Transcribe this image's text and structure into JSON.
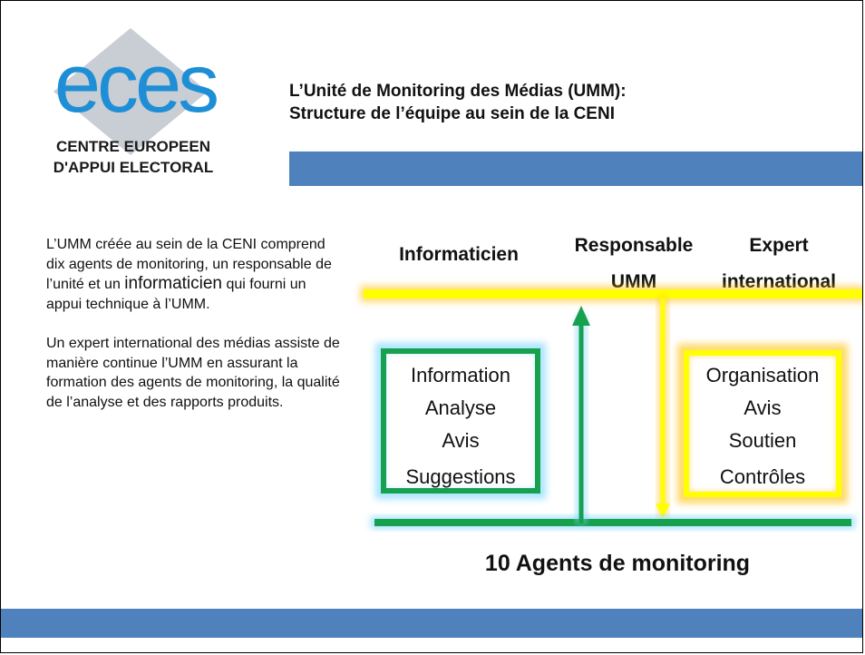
{
  "logo": {
    "wordmark": "eces",
    "line1": "CENTRE EUROPEEN",
    "line2": "D'APPUI ELECTORAL"
  },
  "title": {
    "line1": "L’Unité de Monitoring des  Médias (UMM):",
    "line2": "Structure de l’équipe au sein de la CENI"
  },
  "description": {
    "para1_part1": "L’UMM créée au sein de la CENI comprend dix agents de monitoring, un responsable de l’unité et un ",
    "para1_emph": "informaticien",
    "para1_part2": " qui fourni un appui technique à l’UMM.",
    "para2": "Un expert international des médias assiste de manière continue l’UMM en assurant la formation des agents de monitoring, la qualité de l’analyse et des rapports produits."
  },
  "diagram": {
    "roles": {
      "informaticien": "Informaticien",
      "responsable_line1": "Responsable",
      "responsable_line2": "UMM",
      "expert_line1": "Expert",
      "expert_line2": "international"
    },
    "left_box": [
      "Information",
      "Analyse",
      "Avis",
      "Suggestions"
    ],
    "right_box": [
      "Organisation",
      "Avis",
      "Soutien",
      "Contrôles"
    ],
    "bottom_label": "10 Agents de monitoring",
    "colors": {
      "green": "#17a04e",
      "yellow": "#ffff00",
      "yellow_glow": "#ffc000",
      "blue_glow": "#7fd8ff",
      "bar_blue": "#4f81bd"
    }
  }
}
